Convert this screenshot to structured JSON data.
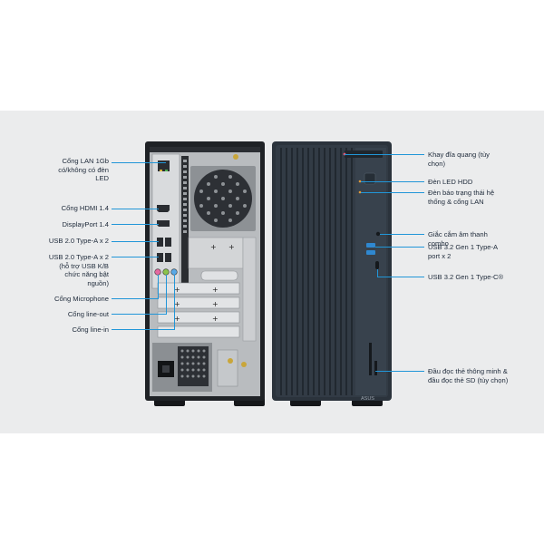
{
  "back_labels": [
    {
      "id": "lan",
      "text": "Cổng LAN 1Gb có/không có đèn LED"
    },
    {
      "id": "hdmi",
      "text": "Cổng HDMI 1.4"
    },
    {
      "id": "dp",
      "text": "DisplayPort 1.4"
    },
    {
      "id": "usb2a",
      "text": "USB 2.0 Type-A x 2"
    },
    {
      "id": "usb2b",
      "text": "USB 2.0 Type-A x 2 (hỗ trợ USB K/B chức năng bật nguồn)"
    },
    {
      "id": "mic",
      "text": "Cổng Microphone"
    },
    {
      "id": "lineout",
      "text": "Cổng line-out"
    },
    {
      "id": "linein",
      "text": "Cổng line-in"
    }
  ],
  "front_labels": [
    {
      "id": "odd",
      "text": "Khay đĩa quang (tùy chọn)"
    },
    {
      "id": "hdd",
      "text": "Đèn LED HDD"
    },
    {
      "id": "lanled",
      "text": "Đèn báo trạng thái hệ thống & cổng LAN"
    },
    {
      "id": "audio",
      "text": "Giắc cắm âm thanh combo"
    },
    {
      "id": "usb32a",
      "text": "USB 3.2 Gen 1 Type-A port x 2"
    },
    {
      "id": "usb32c",
      "text": "USB 3.2 Gen 1 Type-C®"
    },
    {
      "id": "card",
      "text": "Đầu đọc thẻ thông minh & đầu đọc thẻ SD (tùy chọn)"
    }
  ],
  "brand": "ASUS",
  "colors": {
    "accent": "#2196d8",
    "background_band": "#ebeced",
    "chassis": "#1f2226",
    "front_panel": "#323b45"
  }
}
